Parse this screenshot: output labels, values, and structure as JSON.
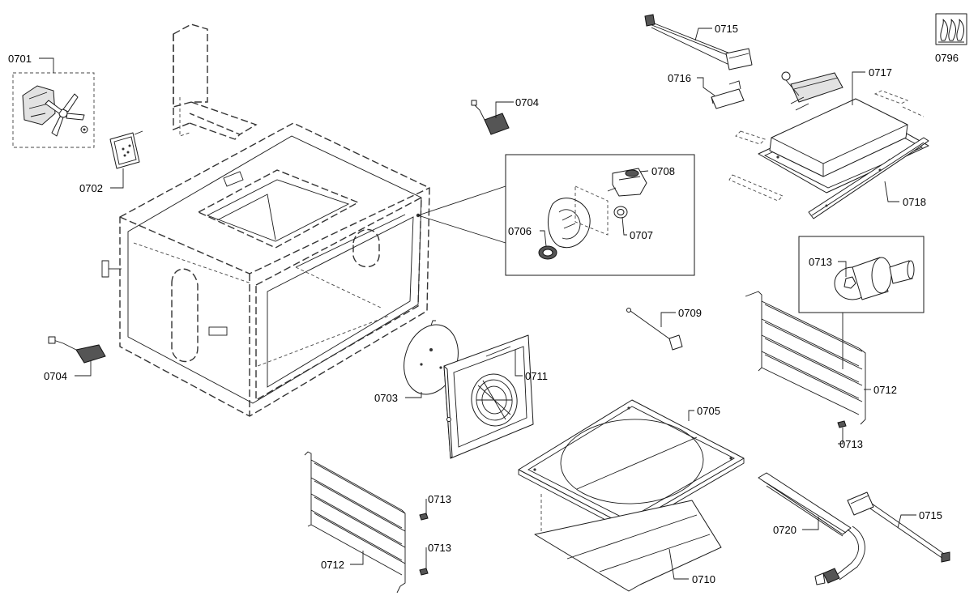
{
  "part_labels": {
    "p0701": "0701",
    "p0702": "0702",
    "p0703": "0703",
    "p0704_top": "0704",
    "p0704_left": "0704",
    "p0705": "0705",
    "p0706": "0706",
    "p0707": "0707",
    "p0708": "0708",
    "p0709": "0709",
    "p0710": "0710",
    "p0711": "0711",
    "p0712_left": "0712",
    "p0712_right": "0712",
    "p0713_callout": "0713",
    "p0713_right": "0713",
    "p0713_a": "0713",
    "p0713_b": "0713",
    "p0715_top": "0715",
    "p0715_bottom": "0715",
    "p0716": "0716",
    "p0717": "0717",
    "p0718": "0718",
    "p0720": "0720",
    "p0796": "0796"
  },
  "icons": {
    "p0796": "flame-symbol-icon"
  }
}
